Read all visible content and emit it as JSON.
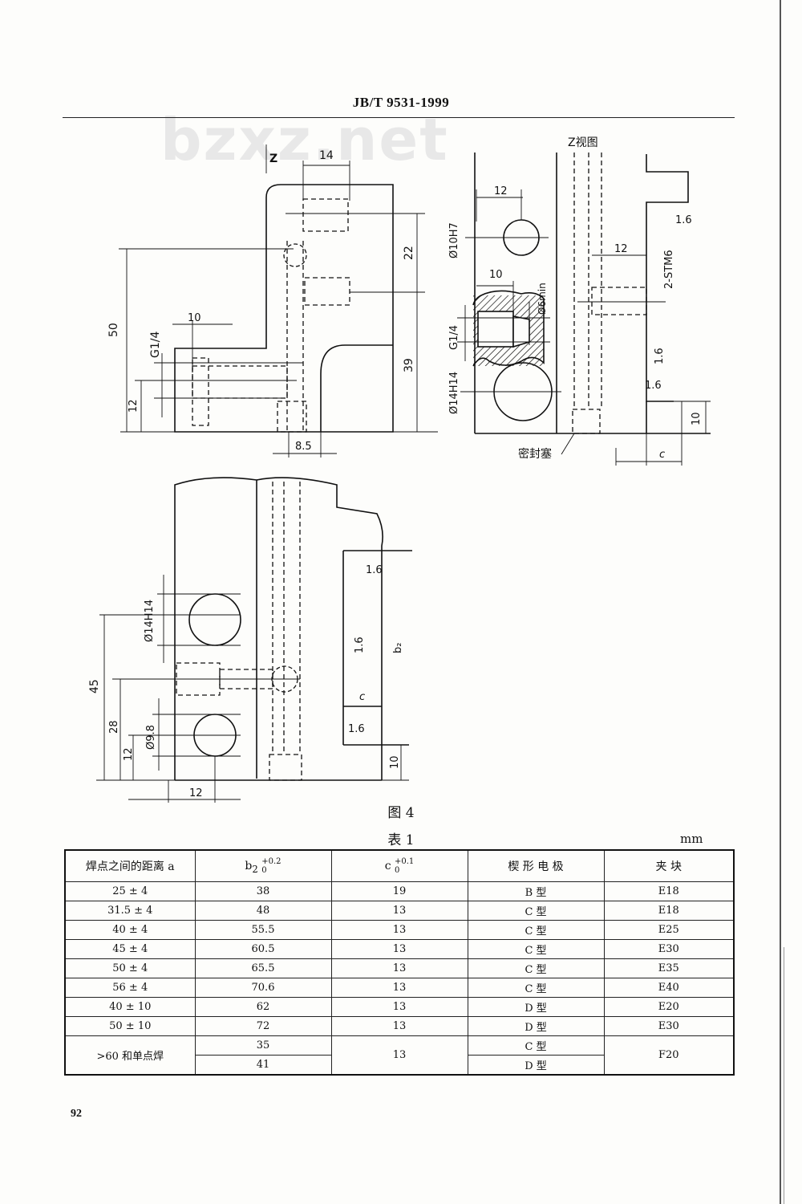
{
  "header": {
    "standard_no": "JB/T 9531-1999",
    "watermark": "bzxz.net"
  },
  "figure": {
    "caption": "图 4",
    "top_left_labels": {
      "view_marker": "Z",
      "dim_14": "14",
      "dim_22": "22",
      "dim_50": "50",
      "dim_10": "10",
      "thread": "G1/4",
      "dim_12": "12",
      "dim_39": "39",
      "dim_8_5": "8.5"
    },
    "top_right_labels": {
      "title": "Z视图",
      "dim_12a": "12",
      "hole_10": "Ø10H7",
      "dim_10": "10",
      "min6": "Ø6min",
      "thread": "G1/4",
      "hole_14": "Ø14H14",
      "dim_12b": "12",
      "stm": "2-STM6",
      "rough_1": "1.6",
      "rough_2": "1.6",
      "rough_3": "1.6",
      "dim_10b": "10",
      "dim_c": "c",
      "seal_plug": "密封塞"
    },
    "bottom_labels": {
      "rough_top": "1.6",
      "hole_14": "Ø14H14",
      "rough_mid": "1.6",
      "b2": "b₂",
      "dim_45": "45",
      "c": "c",
      "dim_28": "28",
      "hole_9_8": "Ø9.8",
      "rough_bot": "1.6",
      "dim_12v": "12",
      "dim_10": "10",
      "dim_12h": "12"
    }
  },
  "table": {
    "caption": "表 1",
    "unit": "mm",
    "headers": {
      "a": "焊点之间的距离  a",
      "b2_base": "b",
      "b2_sub": "2",
      "b2_upper": "+0.2",
      "b2_lower": "0",
      "c_base": "c",
      "c_upper": "+0.1",
      "c_lower": "0",
      "electrode": "楔 形 电 极",
      "clamp": "夹  块"
    },
    "rows": [
      {
        "a": "25 ± 4",
        "b2": "38",
        "c": "19",
        "electrode": "B 型",
        "clamp": "E18"
      },
      {
        "a": "31.5 ± 4",
        "b2": "48",
        "c": "13",
        "electrode": "C 型",
        "clamp": "E18"
      },
      {
        "a": "40 ± 4",
        "b2": "55.5",
        "c": "13",
        "electrode": "C 型",
        "clamp": "E25"
      },
      {
        "a": "45 ± 4",
        "b2": "60.5",
        "c": "13",
        "electrode": "C 型",
        "clamp": "E30"
      },
      {
        "a": "50 ± 4",
        "b2": "65.5",
        "c": "13",
        "electrode": "C 型",
        "clamp": "E35"
      },
      {
        "a": "56 ± 4",
        "b2": "70.6",
        "c": "13",
        "electrode": "C 型",
        "clamp": "E40"
      },
      {
        "a": "40 ± 10",
        "b2": "62",
        "c": "13",
        "electrode": "D 型",
        "clamp": "E20"
      },
      {
        "a": "50 ± 10",
        "b2": "72",
        "c": "13",
        "electrode": "D 型",
        "clamp": "E30"
      }
    ],
    "merged": {
      "a": ">60 和单点焊",
      "b2_1": "35",
      "b2_2": "41",
      "c": "13",
      "electrode_1": "C 型",
      "electrode_2": "D 型",
      "clamp": "F20"
    }
  },
  "page_number": "92"
}
